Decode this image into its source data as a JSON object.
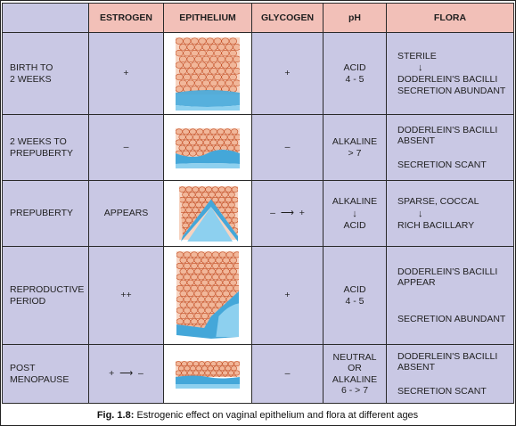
{
  "headers": {
    "estrogen": "ESTROGEN",
    "epithelium": "EPITHELIUM",
    "glycogen": "GLYCOGEN",
    "ph": "pH",
    "flora": "FLORA"
  },
  "rows": [
    {
      "age": [
        "BIRTH TO",
        "2 WEEKS"
      ],
      "estrogen": "+",
      "glycogen": "+",
      "ph": [
        "ACID",
        "4 - 5"
      ],
      "flora": [
        "STERILE",
        "DODERLEIN'S BACILLI",
        "SECRETION ABUNDANT"
      ]
    },
    {
      "age": [
        "2 WEEKS TO",
        "PREPUBERTY"
      ],
      "estrogen": "–",
      "glycogen": "–",
      "ph": [
        "ALKALINE",
        "> 7"
      ],
      "flora": [
        "DODERLEIN'S BACILLI",
        "ABSENT",
        "SECRETION SCANT"
      ]
    },
    {
      "age": [
        "PREPUBERTY"
      ],
      "estrogen": "APPEARS",
      "glycogen_from": "–",
      "glycogen_to": "+",
      "ph": [
        "ALKALINE",
        "ACID"
      ],
      "flora": [
        "SPARSE, COCCAL",
        "RICH BACILLARY"
      ]
    },
    {
      "age": [
        "REPRODUCTIVE",
        "PERIOD"
      ],
      "estrogen": "++",
      "glycogen": "+",
      "ph": [
        "ACID",
        "4 - 5"
      ],
      "flora": [
        "DODERLEIN'S BACILLI",
        "APPEAR",
        "SECRETION ABUNDANT"
      ]
    },
    {
      "age": [
        "POST",
        "MENOPAUSE"
      ],
      "estrogen_from": "+",
      "estrogen_to": "–",
      "glycogen": "–",
      "ph": [
        "NEUTRAL",
        "OR",
        "ALKALINE",
        "6 - > 7"
      ],
      "flora": [
        "DODERLEIN'S BACILLI",
        "ABSENT",
        "SECRETION SCANT"
      ]
    }
  ],
  "caption": {
    "label": "Fig. 1.8:",
    "text": "Estrogenic effect on vaginal epithelium and flora at different ages"
  },
  "colors": {
    "header_bg": "#f2c0b8",
    "header_text": "#a8243a",
    "row_bg": "#c9c8e4",
    "cell_pink": "#f1b79a",
    "cell_outline": "#c24a1f",
    "basal_blue": "#44a7d9"
  }
}
